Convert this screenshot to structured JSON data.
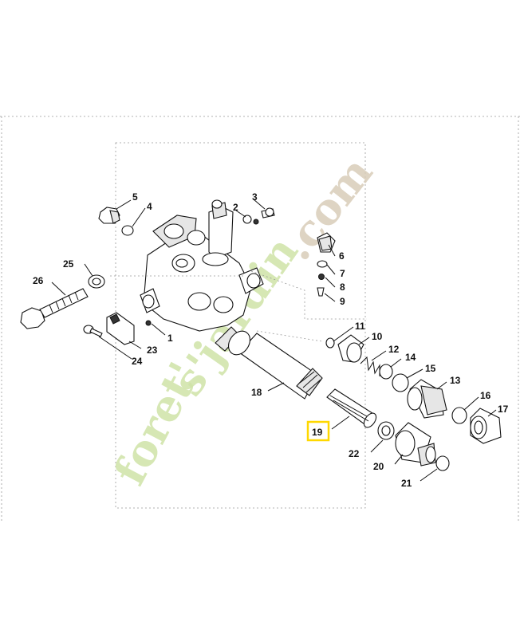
{
  "diagram": {
    "highlighted_part": "19",
    "parts": [
      {
        "id": "p1",
        "label": "1"
      },
      {
        "id": "p2",
        "label": "2"
      },
      {
        "id": "p3",
        "label": "3"
      },
      {
        "id": "p4",
        "label": "4"
      },
      {
        "id": "p5",
        "label": "5"
      },
      {
        "id": "p6",
        "label": "6"
      },
      {
        "id": "p7",
        "label": "7"
      },
      {
        "id": "p8",
        "label": "8"
      },
      {
        "id": "p9",
        "label": "9"
      },
      {
        "id": "p10",
        "label": "10"
      },
      {
        "id": "p11",
        "label": "11"
      },
      {
        "id": "p12",
        "label": "12"
      },
      {
        "id": "p13",
        "label": "13"
      },
      {
        "id": "p14",
        "label": "14"
      },
      {
        "id": "p15",
        "label": "15"
      },
      {
        "id": "p16",
        "label": "16"
      },
      {
        "id": "p17",
        "label": "17"
      },
      {
        "id": "p18",
        "label": "18"
      },
      {
        "id": "p19",
        "label": "19"
      },
      {
        "id": "p20",
        "label": "20"
      },
      {
        "id": "p21",
        "label": "21"
      },
      {
        "id": "p22",
        "label": "22"
      },
      {
        "id": "p23",
        "label": "23"
      },
      {
        "id": "p24",
        "label": "24"
      },
      {
        "id": "p25",
        "label": "25"
      },
      {
        "id": "p26",
        "label": "26"
      }
    ]
  },
  "watermark": {
    "part1": "foret'",
    "part2": "s'jardin",
    "part3": ".com",
    "color1": "#cfe3a8",
    "color2": "#d9cdb9"
  }
}
